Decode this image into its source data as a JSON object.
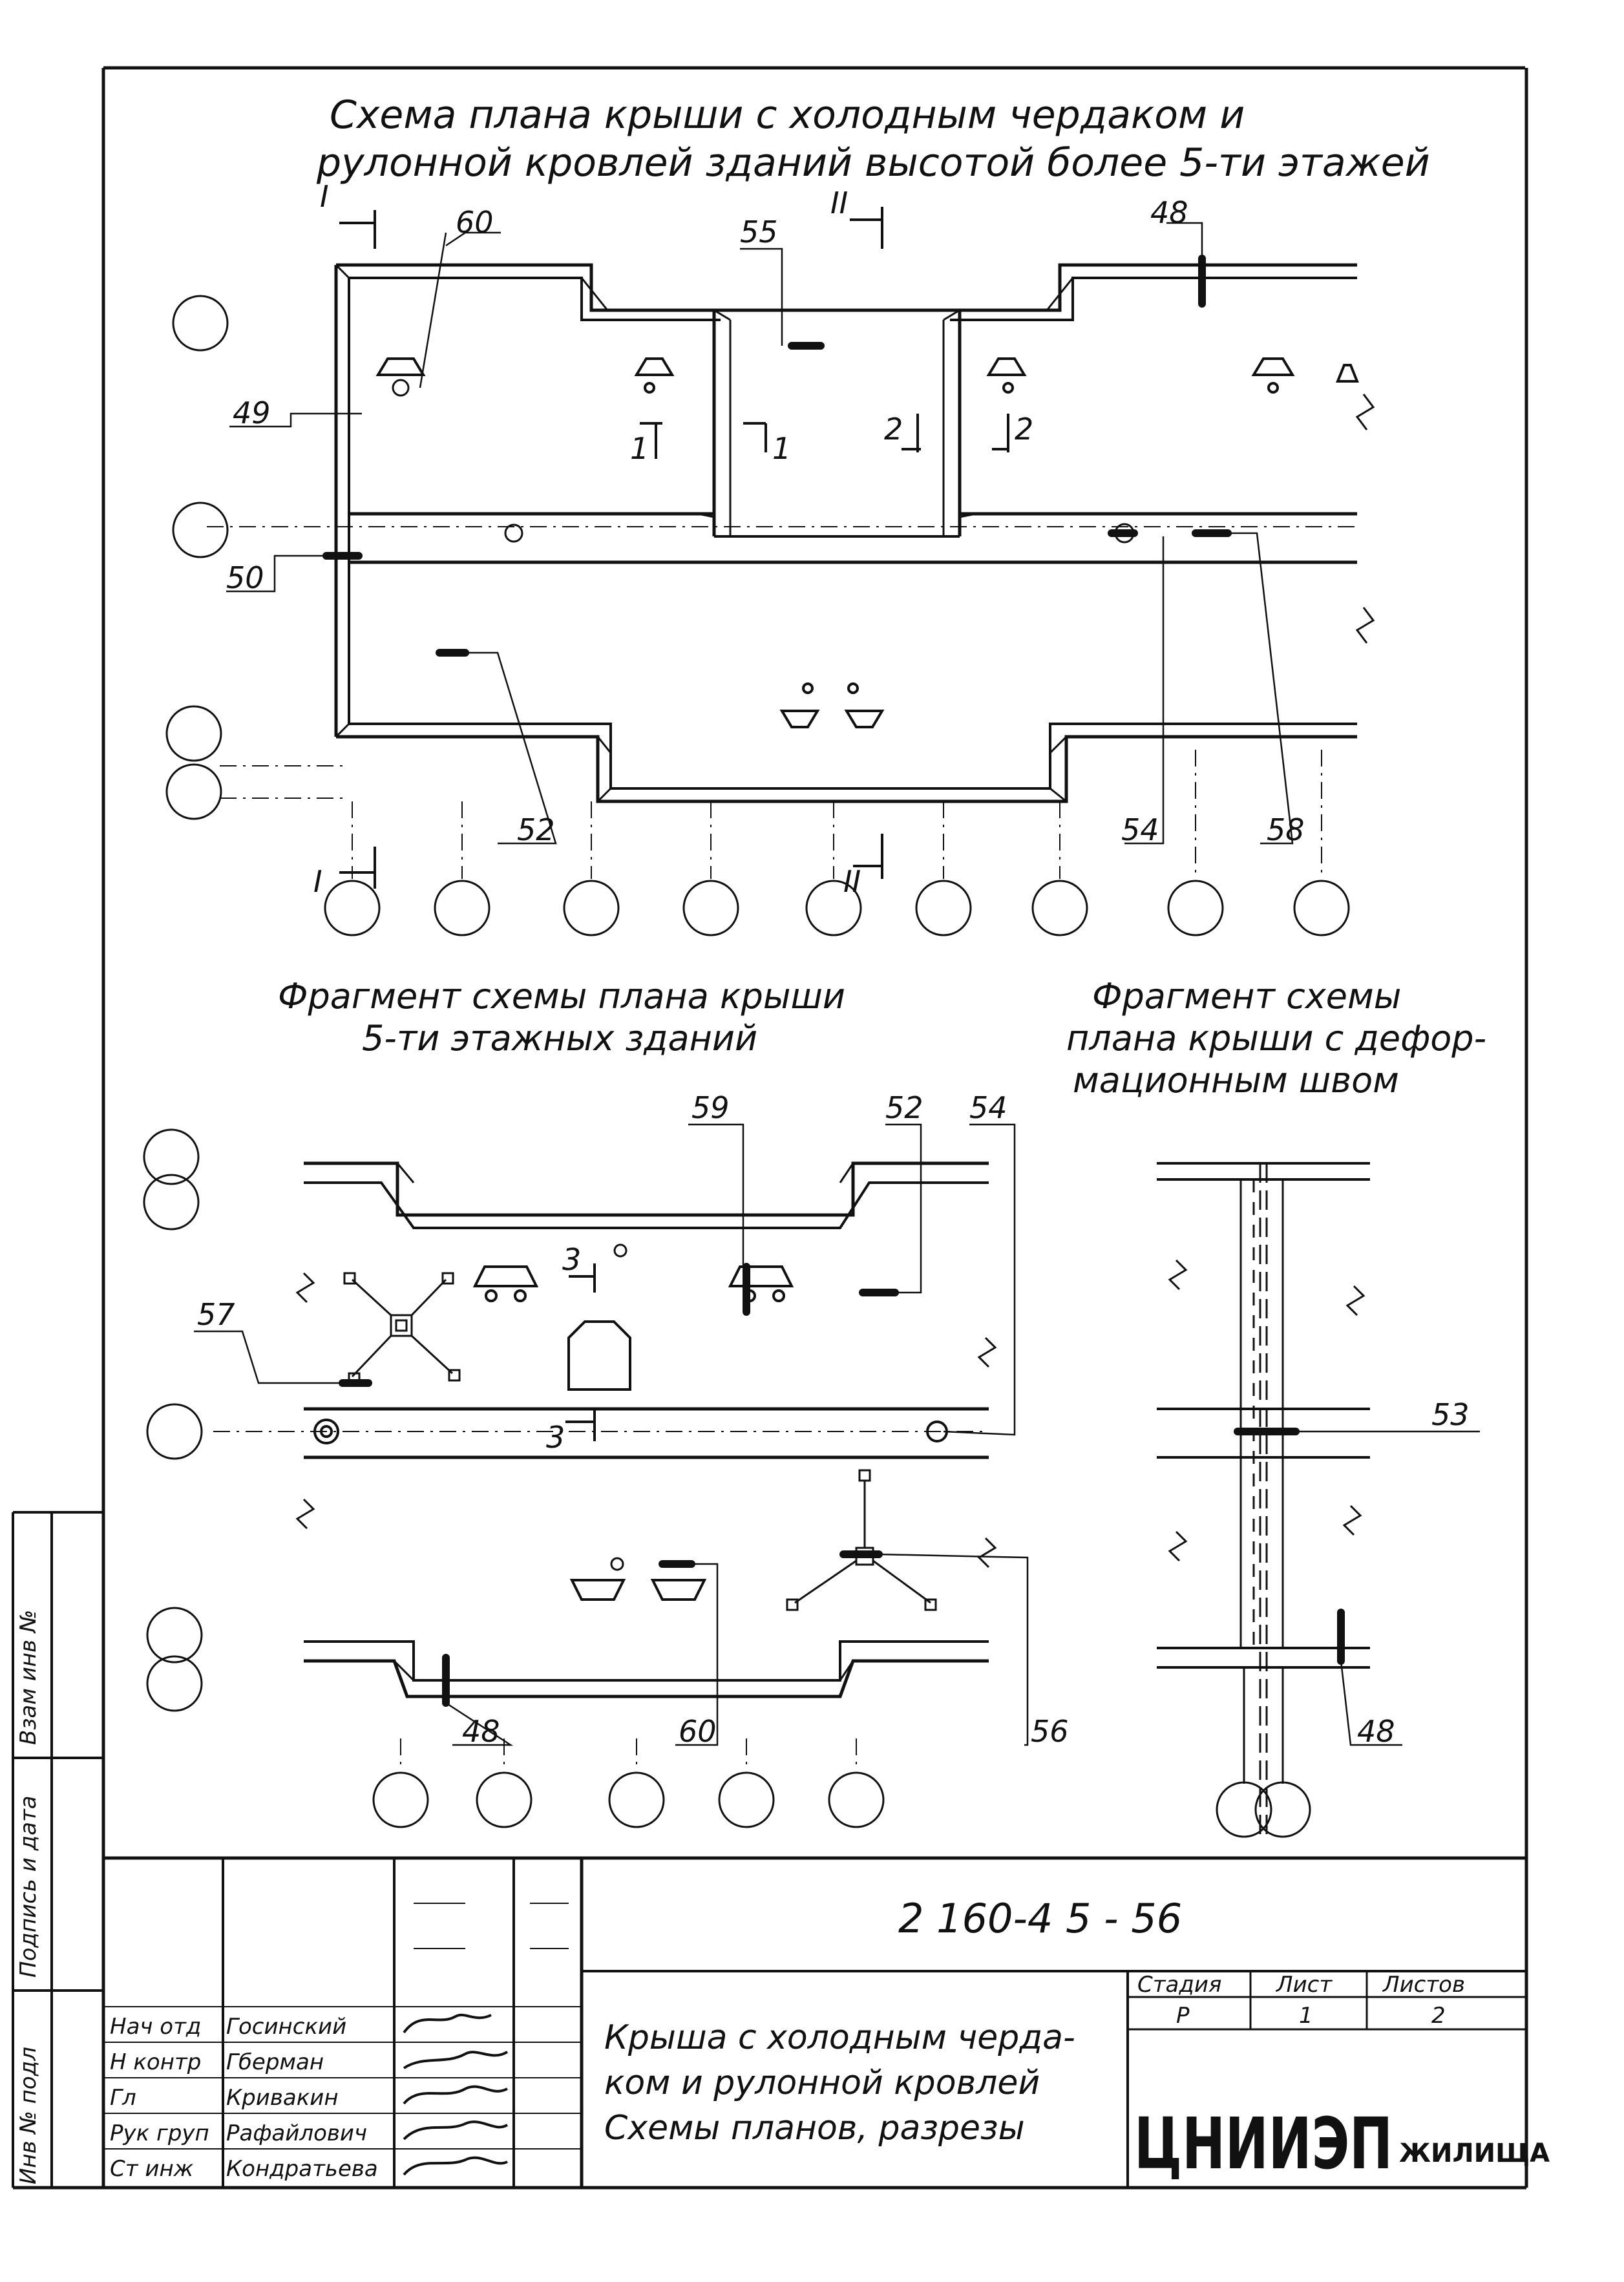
{
  "drawing": {
    "title_line1": "Схема плана крыши с холодным чердаком и",
    "title_line2": "рулонной кровлей зданий высотой более 5-ти этажей",
    "fragment1_line1": "Фрагмент схемы плана крыши",
    "fragment1_line2": "5-ти этажных зданий",
    "fragment2_line1": "Фрагмент схемы",
    "fragment2_line2": "плана крыши с дефор-",
    "fragment2_line3": "мационным швом",
    "section_marks": {
      "s1_top": "I",
      "s2_top": "II",
      "s1_bottom": "I",
      "s2_bottom": "II",
      "c1a": "1",
      "c1b": "1",
      "c2a": "2",
      "c2b": "2",
      "c3a": "3",
      "c3b": "3"
    },
    "callouts_plan1": {
      "c60": "60",
      "c55": "55",
      "c48": "48",
      "c49": "49",
      "c50": "50",
      "c52": "52",
      "c54": "54",
      "c58": "58"
    },
    "callouts_fragment1": {
      "c59": "59",
      "c52": "52",
      "c54": "54",
      "c57": "57",
      "c48": "48",
      "c60": "60",
      "c56": "56"
    },
    "callouts_fragment2": {
      "c53": "53",
      "c48": "48"
    }
  },
  "side_stamp": {
    "line1": "Инв № подл",
    "line2": "Подпись и дата",
    "line3": "Взам инв №"
  },
  "title_block": {
    "document_code": "2 160-4 5 - 56",
    "roles": [
      "Нач отд",
      "Н контр",
      "Гл",
      "Рук груп",
      "Ст инж"
    ],
    "names": [
      "Госинский",
      "Гберман",
      "Кривакин",
      "Рафайлович",
      "Кондратьева"
    ],
    "description_line1": "Крыша с холодным черда-",
    "description_line2": "ком и рулонной кровлей",
    "description_line3": "Схемы планов, разрезы",
    "stage_label": "Стадия",
    "sheet_label": "Лист",
    "sheets_label": "Листов",
    "stage_value": "Р",
    "sheet_value": "1",
    "sheets_value": "2",
    "org_logo": "ЦНИИЭП",
    "org_name": "ЖИЛИЩА"
  }
}
